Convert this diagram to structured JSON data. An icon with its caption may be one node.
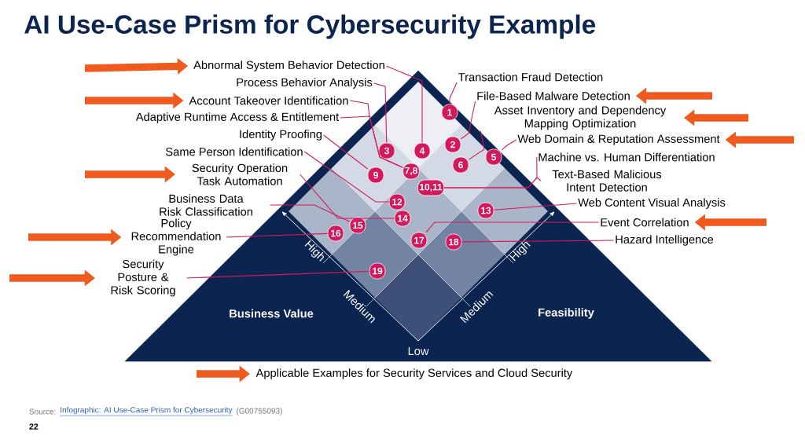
{
  "diagram": {
    "title": "AI Use-Case Prism for Cybersecurity Example",
    "nodes": [
      {
        "text": [
          "Abnormal System Behavior Detection"
        ]
      },
      {
        "text": [
          "Process Behavior Analysis"
        ]
      },
      {
        "text": [
          "Account Takeover Identification"
        ]
      },
      {
        "text": [
          "Adaptive Runtime Access & Entitlement"
        ]
      },
      {
        "text": [
          "Identity Proofing"
        ]
      },
      {
        "text": [
          "Same Person Identification"
        ]
      },
      {
        "text": [
          "Security Operation Task Automation"
        ]
      },
      {
        "text": [
          "Business Data Risk Classification"
        ]
      },
      {
        "text": [
          "Policy Recommendation Engine"
        ]
      },
      {
        "text": [
          "Security Posture & Risk Scoring"
        ]
      },
      {
        "text": [
          "Transaction Fraud Detection"
        ]
      },
      {
        "text": [
          "File-Based Malware Detection"
        ]
      },
      {
        "text": [
          "Asset Inventory and Dependency Mapping Optimization"
        ]
      },
      {
        "text": [
          "Web Domain & Reputation Assessment"
        ]
      },
      {
        "text": [
          "Machine vs. Human Differentiation"
        ]
      },
      {
        "text": [
          "Text-Based Malicious Intent Detection"
        ]
      },
      {
        "text": [
          "Web Content Visual Analysis"
        ]
      },
      {
        "text": [
          "Event Correlation"
        ]
      },
      {
        "text": [
          "Hazard Intelligence"
        ]
      },
      {
        "text": [
          "1"
        ]
      },
      {
        "text": [
          "2"
        ]
      },
      {
        "text": [
          "3"
        ]
      },
      {
        "text": [
          "4"
        ]
      },
      {
        "text": [
          "5"
        ]
      },
      {
        "text": [
          "6"
        ]
      },
      {
        "text": [
          "7,8"
        ]
      },
      {
        "text": [
          "9"
        ]
      },
      {
        "text": [
          "10,11"
        ]
      },
      {
        "text": [
          "12"
        ]
      },
      {
        "text": [
          "13"
        ]
      },
      {
        "text": [
          "14"
        ]
      },
      {
        "text": [
          "15"
        ]
      },
      {
        "text": [
          "16"
        ]
      },
      {
        "text": [
          "17"
        ]
      },
      {
        "text": [
          "18"
        ]
      },
      {
        "text": [
          "19"
        ]
      }
    ],
    "edges": [
      {
        "from": 0,
        "to": 22,
        "arrow": "none"
      },
      {
        "from": 1,
        "to": 21,
        "arrow": "none"
      },
      {
        "from": 2,
        "to": 25,
        "arrow": "none"
      },
      {
        "from": 3,
        "to": 25,
        "arrow": "none"
      },
      {
        "from": 4,
        "to": 26,
        "arrow": "none"
      },
      {
        "from": 5,
        "to": 28,
        "arrow": "none"
      },
      {
        "from": 6,
        "to": 30,
        "arrow": "none"
      },
      {
        "from": 7,
        "to": 31,
        "arrow": "none"
      },
      {
        "from": 8,
        "to": 32,
        "arrow": "none"
      },
      {
        "from": 9,
        "to": 35,
        "arrow": "none"
      },
      {
        "from": 10,
        "to": 19,
        "arrow": "none"
      },
      {
        "from": 11,
        "to": 20,
        "arrow": "none"
      },
      {
        "from": 12,
        "to": 24,
        "arrow": "none"
      },
      {
        "from": 13,
        "to": 23,
        "arrow": "none"
      },
      {
        "from": 14,
        "to": 27,
        "arrow": "none"
      },
      {
        "from": 15,
        "to": 27,
        "arrow": "none"
      },
      {
        "from": 16,
        "to": 29,
        "arrow": "none"
      },
      {
        "from": 17,
        "to": 33,
        "arrow": "none"
      },
      {
        "from": 18,
        "to": 34,
        "arrow": "none"
      },
      {
        "from": null,
        "to": 0,
        "arrow": "to",
        "style": "thick",
        "color": "#f05a1e"
      },
      {
        "from": null,
        "to": 2,
        "arrow": "to",
        "style": "thick",
        "color": "#f05a1e"
      },
      {
        "from": null,
        "to": 6,
        "arrow": "to",
        "style": "thick",
        "color": "#f05a1e"
      },
      {
        "from": null,
        "to": 8,
        "arrow": "to",
        "style": "thick",
        "color": "#f05a1e"
      },
      {
        "from": null,
        "to": 9,
        "arrow": "to",
        "style": "thick",
        "color": "#f05a1e"
      },
      {
        "from": null,
        "to": 11,
        "arrow": "to",
        "style": "thick",
        "color": "#f05a1e"
      },
      {
        "from": null,
        "to": 12,
        "arrow": "to",
        "style": "thick",
        "color": "#f05a1e"
      },
      {
        "from": null,
        "to": 13,
        "arrow": "to",
        "style": "thick",
        "color": "#f05a1e"
      },
      {
        "from": null,
        "to": 17,
        "arrow": "to",
        "style": "thick",
        "color": "#f05a1e"
      }
    ],
    "labels": [
      "High",
      "Medium",
      "Low",
      "High",
      "Medium",
      "Business Value",
      "Feasibility",
      "Source:",
      "Infographic: AI Use-Case Prism for Cybersecurity",
      "(G00755093)",
      "22"
    ],
    "legend": [
      {
        "text": "Applicable Examples for Security Services and Cloud Security"
      }
    ]
  }
}
